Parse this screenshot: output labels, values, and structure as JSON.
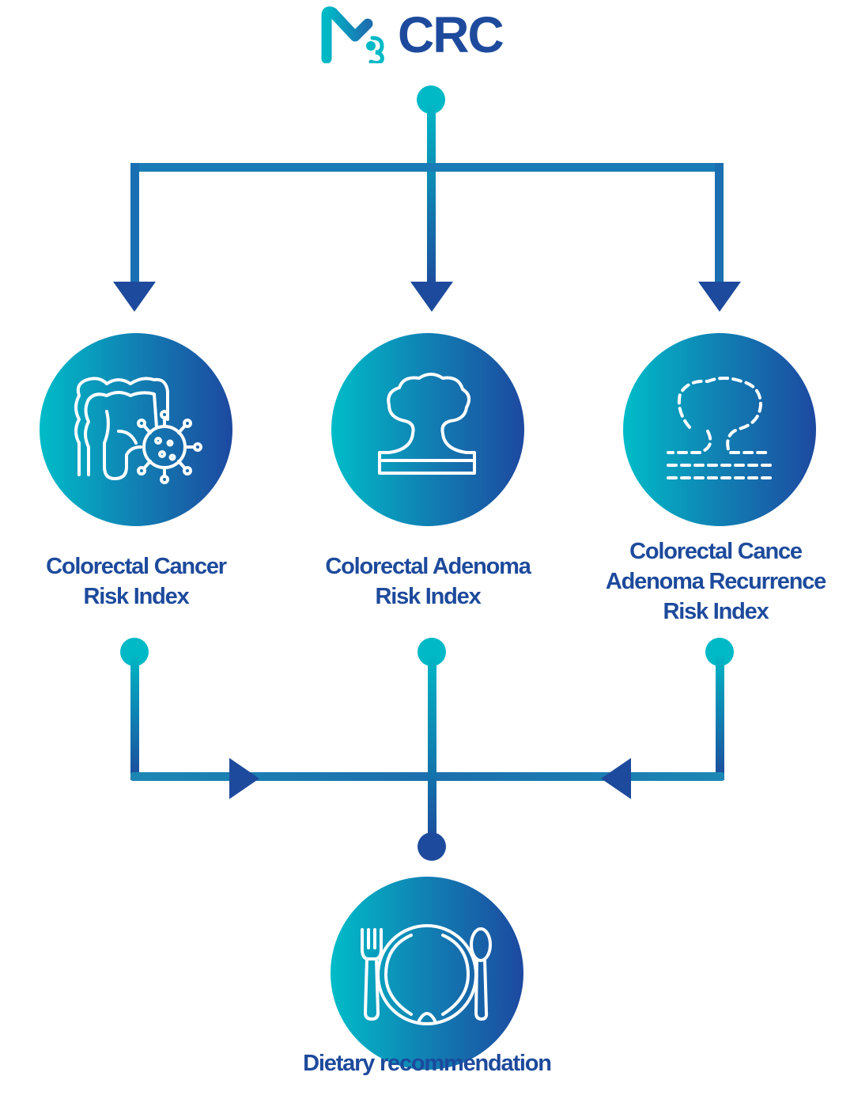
{
  "logo": {
    "mark": "M",
    "superscript": "3",
    "name": "CRC"
  },
  "nodes": [
    {
      "id": "crc-risk",
      "icon": "colon-virus-icon",
      "label_lines": [
        "Colorectal Cancer",
        "Risk Index"
      ]
    },
    {
      "id": "adenoma-risk",
      "icon": "polyp-icon",
      "label_lines": [
        "Colorectal Adenoma",
        "Risk Index"
      ]
    },
    {
      "id": "recurrence-risk",
      "icon": "dashed-polyp-icon",
      "label_lines": [
        "Colorectal Cance",
        "Adenoma Recurrence",
        "Risk Index"
      ]
    }
  ],
  "output": {
    "icon": "plate-fork-spoon-icon",
    "label": "Dietary recommendation"
  },
  "colors": {
    "teal": "#00b9c6",
    "blue": "#1d4a9c",
    "line_mid": "#0f86b3"
  }
}
